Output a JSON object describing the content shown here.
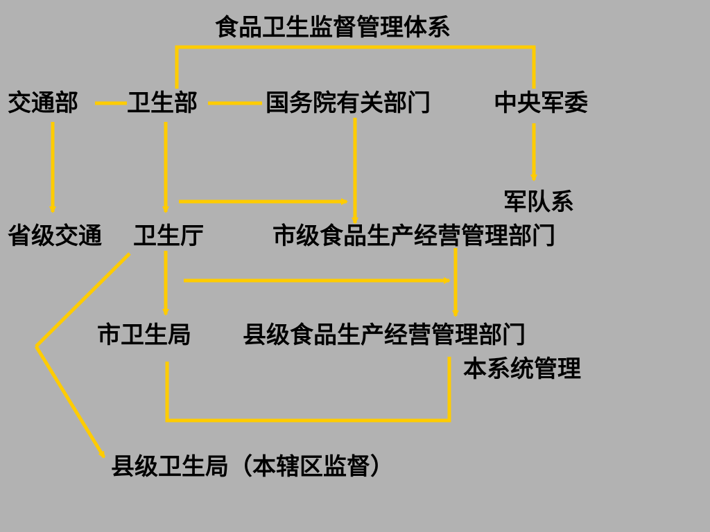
{
  "colors": {
    "background": "#b2b2b2",
    "connector": "#ffcc00",
    "text": "#000000"
  },
  "title": "食品卫生监督管理体系",
  "nodes": {
    "jiaotongbu": "交通部",
    "weishengbu": "卫生部",
    "guowuyuan": "国务院有关部门",
    "zhongyang_junwei": "中央军委",
    "junduixi": "军队系",
    "shengji_jiaotong": "省级交通",
    "weishengting": "卫生厅",
    "shiji_shipin": "市级食品生产经营管理部门",
    "shi_weishengju": "市卫生局",
    "xianji_shipin": "县级食品生产经营管理部门",
    "benxitong": "本系统管理",
    "xianji_weishengju": "县级卫生局（本辖区监督）"
  }
}
